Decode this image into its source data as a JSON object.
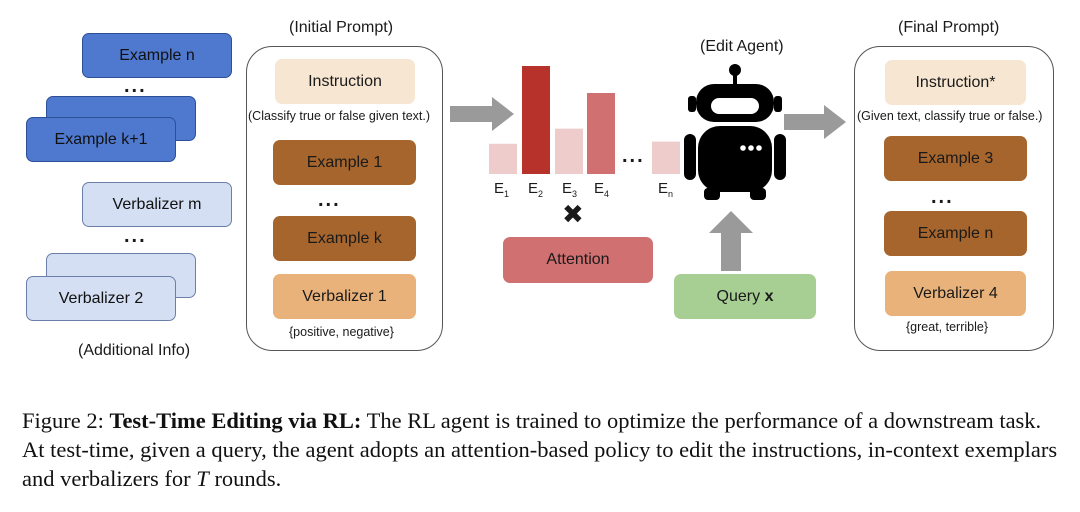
{
  "left": {
    "example_n": "Example n",
    "dots1": "...",
    "example_k1": "Example k+1",
    "verbalizer_m": "Verbalizer m",
    "dots2": "...",
    "verbalizer_2": "Verbalizer 2",
    "additional_info": "(Additional Info)"
  },
  "initial": {
    "title": "(Initial Prompt)",
    "instruction": "Instruction",
    "instruction_text": "(Classify true or false given text.)",
    "example_1": "Example 1",
    "dots": "...",
    "example_k": "Example k",
    "verbalizer_1": "Verbalizer 1",
    "labels": "{positive, negative}"
  },
  "middle": {
    "bar_labels": [
      "E",
      "E",
      "E",
      "E",
      "E"
    ],
    "bar_subs": [
      "1",
      "2",
      "3",
      "4",
      "n"
    ],
    "bar_dots": "...",
    "times": "✖",
    "attention": "Attention",
    "edit_agent": "(Edit Agent)",
    "query": "Query",
    "query_var": "x"
  },
  "final": {
    "title": "(Final Prompt)",
    "instruction": "Instruction*",
    "instruction_text": "(Given text, classify true or false.)",
    "example_3": "Example 3",
    "dots": "...",
    "example_n": "Example n",
    "verbalizer_4": "Verbalizer 4",
    "labels": "{great, terrible}"
  },
  "caption": {
    "prefix": "Figure 2:",
    "bold": "Test-Time Editing via RL:",
    "part1": "The RL agent is trained to optimize the performance of a downstream task. At test-time, given a query, the agent adopts an attention-based policy to edit the instructions, in-context exemplars and verbalizers for",
    "var": "T",
    "part2": "rounds."
  },
  "colors": {
    "example_blue": "#4f79cf",
    "verbalizer_blue": "#d4dff4",
    "instruction_cream": "#f7e6d2",
    "example_brown": "#a5652c",
    "verbalizer_tan": "#e9b27a",
    "attention_red": "#d07070",
    "query_green": "#a8cf93",
    "bar_dark": "#b8322c",
    "bar_mid": "#d07070",
    "bar_light": "#eecccc",
    "arrow_gray": "#9a9a9a"
  },
  "attention_weights": [
    0.28,
    1.0,
    0.42,
    0.75,
    0.3
  ]
}
